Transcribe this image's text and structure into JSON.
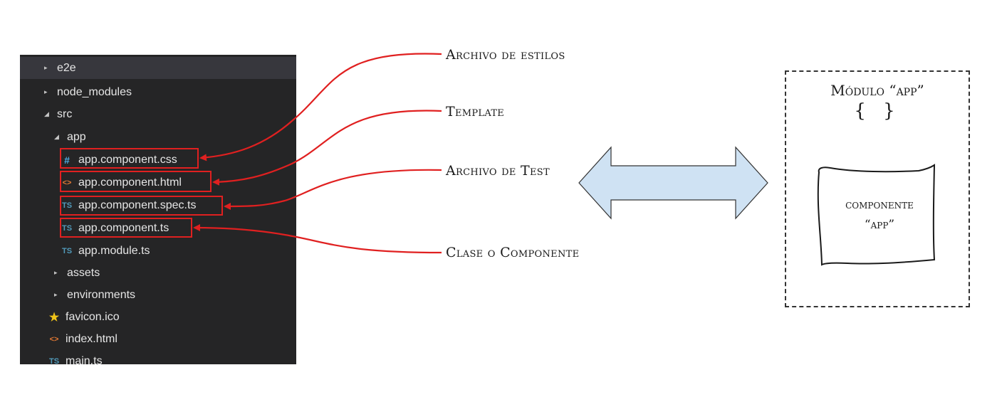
{
  "explorer": {
    "items": [
      {
        "label": "e2e",
        "icon": "",
        "twisty": "▸",
        "depth": 1
      },
      {
        "label": "node_modules",
        "icon": "",
        "twisty": "▸",
        "depth": 1
      },
      {
        "label": "src",
        "icon": "",
        "twisty": "◢",
        "depth": 1
      },
      {
        "label": "app",
        "icon": "",
        "twisty": "◢",
        "depth": 2
      },
      {
        "label": "app.component.css",
        "icon": "#",
        "twisty": "",
        "depth": 3
      },
      {
        "label": "app.component.html",
        "icon": "<>",
        "twisty": "",
        "depth": 3
      },
      {
        "label": "app.component.spec.ts",
        "icon": "TS",
        "twisty": "",
        "depth": 3
      },
      {
        "label": "app.component.ts",
        "icon": "TS",
        "twisty": "",
        "depth": 3
      },
      {
        "label": "app.module.ts",
        "icon": "TS",
        "twisty": "",
        "depth": 3
      },
      {
        "label": "assets",
        "icon": "",
        "twisty": "▸",
        "depth": 2
      },
      {
        "label": "environments",
        "icon": "",
        "twisty": "▸",
        "depth": 2
      },
      {
        "label": "favicon.ico",
        "icon": "★",
        "twisty": "",
        "depth": 2
      },
      {
        "label": "index.html",
        "icon": "<>",
        "twisty": "",
        "depth": 2
      },
      {
        "label": "main.ts",
        "icon": "TS",
        "twisty": "",
        "depth": 2
      }
    ]
  },
  "callouts": {
    "styles": "Archivo de estilos",
    "template": "Template",
    "test": "Archivo de Test",
    "component": "Clase o Componente"
  },
  "module": {
    "title": "Módulo “app”",
    "braces": "{ }",
    "component_line1": "componente",
    "component_line2": "“app”"
  },
  "colors": {
    "panel_bg": "#252526",
    "highlight": "#e02020",
    "arrow_fill": "#cfe2f3",
    "css_icon": "#4fb0e8",
    "html_icon": "#e37933",
    "ts_icon": "#519aba",
    "star_icon": "#f0c419"
  }
}
